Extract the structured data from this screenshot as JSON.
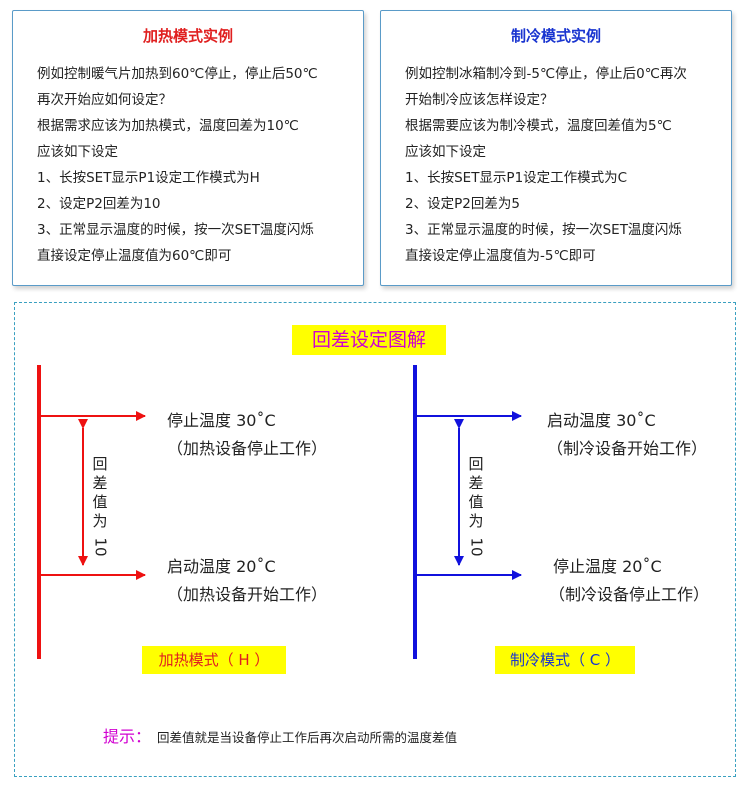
{
  "heating_card": {
    "title": "加热模式实例",
    "lines": [
      "例如控制暖气片加热到60℃停止，停止后50℃",
      "再次开始应如何设定？",
      "根据需求应该为加热模式，温度回差为10℃",
      "应该如下设定",
      "1、长按SET显示P1设定工作模式为H",
      "2、设定P2回差为10",
      "3、正常显示温度的时候，按一次SET温度闪烁",
      "直接设定停止温度值为60℃即可"
    ]
  },
  "cooling_card": {
    "title": "制冷模式实例",
    "lines": [
      "例如控制冰箱制冷到-5℃停止，停止后0℃再次",
      "开始制冷应该怎样设定？",
      "根据需要应该为制冷模式，温度回差值为5℃",
      "应该如下设定",
      "1、长按SET显示P1设定工作模式为C",
      "2、设定P2回差为5",
      "3、正常显示温度的时候，按一次SET温度闪烁",
      "直接设定停止温度值为-5℃即可"
    ]
  },
  "diagram": {
    "title": "回差设定图解",
    "heating": {
      "color": "#ee1111",
      "upper_label": "停止温度  30˚C",
      "upper_sub": "（加热设备停止工作）",
      "lower_label": "启动温度  20˚C",
      "lower_sub": "（加热设备开始工作）",
      "diff_chars": [
        "回",
        "差",
        "值",
        "为",
        "10"
      ],
      "mode": "加热模式（ H ）"
    },
    "cooling": {
      "color": "#1111dd",
      "upper_label": "启动温度  30˚C",
      "upper_sub": "（制冷设备开始工作）",
      "lower_label": "停止温度  20˚C",
      "lower_sub": "（制冷设备停止工作）",
      "diff_chars": [
        "回",
        "差",
        "值",
        "为",
        "10"
      ],
      "mode": "制冷模式（ C ）"
    },
    "tip_label": "提示：",
    "tip_text": "回差值就是当设备停止工作后再次启动所需的温度差值"
  }
}
